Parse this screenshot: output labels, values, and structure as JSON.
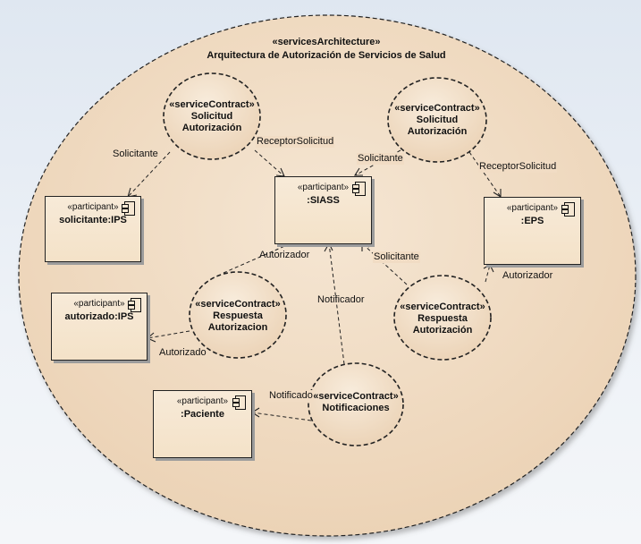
{
  "architecture": {
    "stereotype": "«servicesArchitecture»",
    "name": "Arquitectura de Autorización de Servicios de Salud"
  },
  "contracts": {
    "solicitud1": {
      "stereotype": "«serviceContract»",
      "line1": "Solicitud",
      "line2": "Autorización"
    },
    "solicitud2": {
      "stereotype": "«serviceContract»",
      "line1": "Solicitud",
      "line2": "Autorización"
    },
    "respuesta1": {
      "stereotype": "«serviceContract»",
      "line1": "Respuesta",
      "line2": "Autorizacion"
    },
    "respuesta2": {
      "stereotype": "«serviceContract»",
      "line1": "Respuesta",
      "line2": "Autorización"
    },
    "notificaciones": {
      "stereotype": "«serviceContract»",
      "line1": "Notificaciones"
    }
  },
  "participants": {
    "solicitante_ips": {
      "stereotype": "«participant»",
      "name": "solicitante:IPS"
    },
    "siass": {
      "stereotype": "«participant»",
      "name": ":SIASS"
    },
    "eps": {
      "stereotype": "«participant»",
      "name": ":EPS"
    },
    "autorizado_ips": {
      "stereotype": "«participant»",
      "name": "autorizado:IPS"
    },
    "paciente": {
      "stereotype": "«participant»",
      "name": ":Paciente"
    }
  },
  "roles": {
    "solicitante_1": "Solicitante",
    "receptor_1": "ReceptorSolicitud",
    "solicitante_2": "Solicitante",
    "receptor_2": "ReceptorSolicitud",
    "autorizador_1": "Autorizador",
    "autorizado": "Autorizado",
    "solicitante_3": "Solicitante",
    "autorizador_2": "Autorizador",
    "notificador": "Notificador",
    "notificado": "Notificado"
  },
  "colors": {
    "fill": "#f1dcc4",
    "line": "#222222"
  }
}
